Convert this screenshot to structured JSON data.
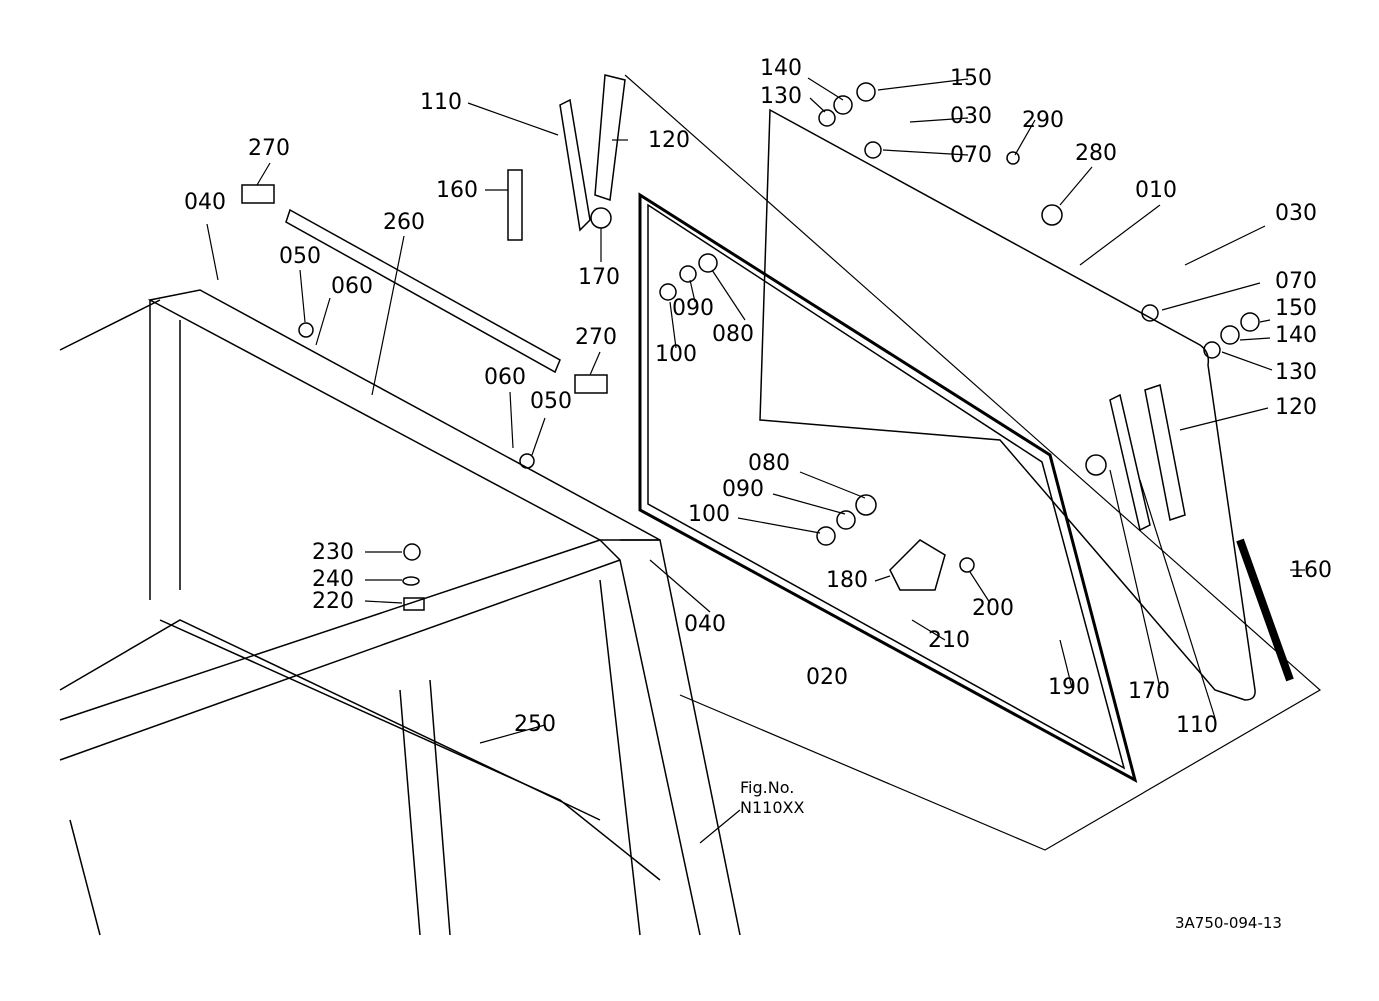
{
  "figure": {
    "fig_label": "Fig.No.",
    "fig_number": "N110XX",
    "drawing_code": "3A750-094-13"
  },
  "callouts": [
    {
      "id": "c110a",
      "text": "110"
    },
    {
      "id": "c120a",
      "text": "120"
    },
    {
      "id": "c160a",
      "text": "160"
    },
    {
      "id": "c170a",
      "text": "170"
    },
    {
      "id": "c270a",
      "text": "270"
    },
    {
      "id": "c040a",
      "text": "040"
    },
    {
      "id": "c260",
      "text": "260"
    },
    {
      "id": "c050a",
      "text": "050"
    },
    {
      "id": "c060a",
      "text": "060"
    },
    {
      "id": "c140a",
      "text": "140"
    },
    {
      "id": "c130a",
      "text": "130"
    },
    {
      "id": "c150a",
      "text": "150"
    },
    {
      "id": "c030a",
      "text": "030"
    },
    {
      "id": "c070a",
      "text": "070"
    },
    {
      "id": "c290",
      "text": "290"
    },
    {
      "id": "c280",
      "text": "280"
    },
    {
      "id": "c010",
      "text": "010"
    },
    {
      "id": "c030b",
      "text": "030"
    },
    {
      "id": "c070b",
      "text": "070"
    },
    {
      "id": "c150b",
      "text": "150"
    },
    {
      "id": "c140b",
      "text": "140"
    },
    {
      "id": "c130b",
      "text": "130"
    },
    {
      "id": "c120b",
      "text": "120"
    },
    {
      "id": "c160b",
      "text": "160"
    },
    {
      "id": "c090a",
      "text": "090"
    },
    {
      "id": "c080a",
      "text": "080"
    },
    {
      "id": "c100a",
      "text": "100"
    },
    {
      "id": "c270b",
      "text": "270"
    },
    {
      "id": "c060b",
      "text": "060"
    },
    {
      "id": "c050b",
      "text": "050"
    },
    {
      "id": "c080b",
      "text": "080"
    },
    {
      "id": "c090b",
      "text": "090"
    },
    {
      "id": "c100b",
      "text": "100"
    },
    {
      "id": "c230",
      "text": "230"
    },
    {
      "id": "c240",
      "text": "240"
    },
    {
      "id": "c220",
      "text": "220"
    },
    {
      "id": "c040b",
      "text": "040"
    },
    {
      "id": "c180",
      "text": "180"
    },
    {
      "id": "c200",
      "text": "200"
    },
    {
      "id": "c210",
      "text": "210"
    },
    {
      "id": "c020",
      "text": "020"
    },
    {
      "id": "c190",
      "text": "190"
    },
    {
      "id": "c170b",
      "text": "170"
    },
    {
      "id": "c110b",
      "text": "110"
    },
    {
      "id": "c250",
      "text": "250"
    }
  ]
}
